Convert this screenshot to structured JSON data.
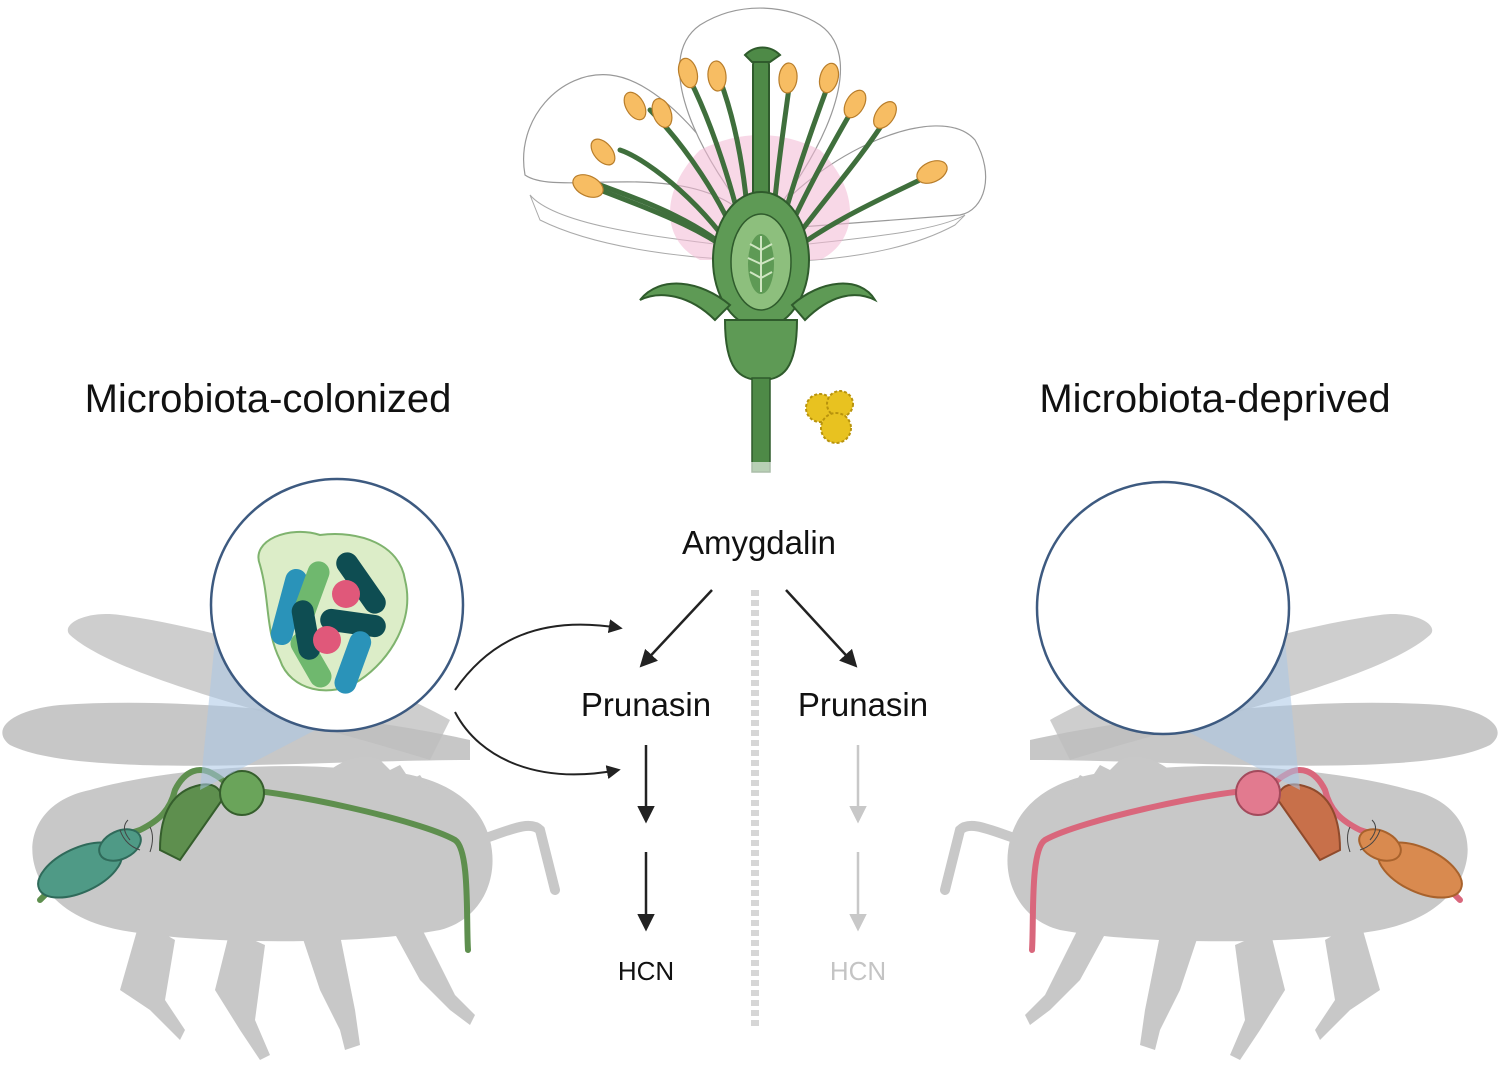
{
  "labels": {
    "left_title": "Microbiota-colonized",
    "right_title": "Microbiota-deprived",
    "amygdalin": "Amygdalin",
    "prunasin_left": "Prunasin",
    "prunasin_right": "Prunasin",
    "hcn_left": "HCN",
    "hcn_right": "HCN"
  },
  "colors": {
    "bee_body": "#c8c8c8",
    "bee_wing": "#bdbdbd",
    "gut_colonized": "#5e8f4e",
    "gut_colonized_hindgut": "#4f9a86",
    "gut_deprived": "#d9677c",
    "gut_deprived_hindgut": "#d98a4f",
    "zoom_circle_stroke": "#3d5a80",
    "zoom_beam": "#a9c6e6",
    "arrow_active": "#222222",
    "arrow_inactive": "#c8c8c8",
    "text_inactive": "#c4c4c4",
    "divider": "#d6d6d6",
    "flower_stem": "#4e8a47",
    "petal": "#ffffff",
    "petal_blush": "#f2b8d3",
    "anther": "#f7bd63",
    "pollen": "#e8c220",
    "bacteria_blue": "#2a93b9",
    "bacteria_green": "#6fb86e",
    "bacteria_dark": "#0e4d52",
    "bacteria_pink": "#e0587a"
  }
}
